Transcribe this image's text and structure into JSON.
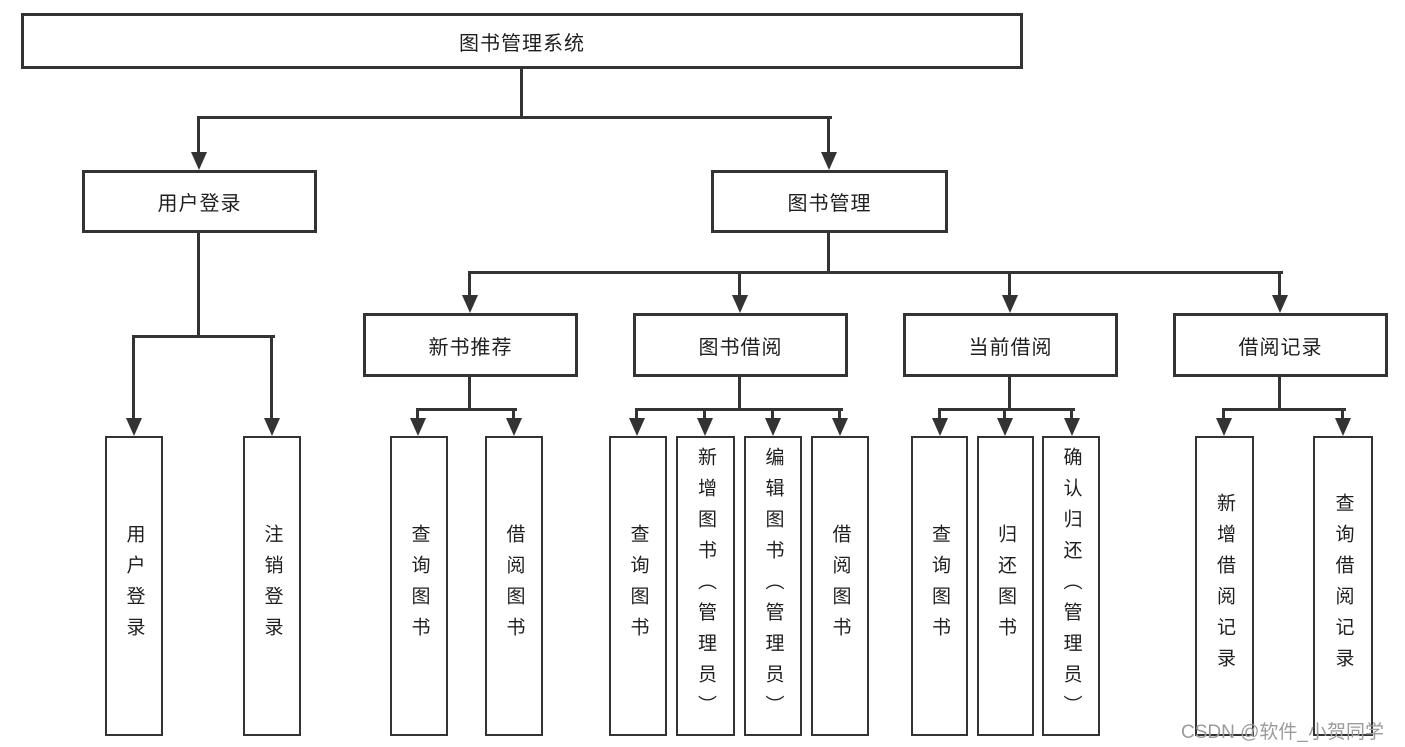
{
  "tree": {
    "label": "图书管理系统",
    "children": [
      {
        "label": "用户登录",
        "children": [
          {
            "label": "用户登录"
          },
          {
            "label": "注销登录"
          }
        ]
      },
      {
        "label": "图书管理",
        "children": [
          {
            "label": "新书推荐",
            "children": [
              {
                "label": "查询图书"
              },
              {
                "label": "借阅图书"
              }
            ]
          },
          {
            "label": "图书借阅",
            "children": [
              {
                "label": "查询图书"
              },
              {
                "label": "新增图书（管理员）"
              },
              {
                "label": "编辑图书（管理员）"
              },
              {
                "label": "借阅图书"
              }
            ]
          },
          {
            "label": "当前借阅",
            "children": [
              {
                "label": "查询图书"
              },
              {
                "label": "归还图书"
              },
              {
                "label": "确认归还（管理员）"
              }
            ]
          },
          {
            "label": "借阅记录",
            "children": [
              {
                "label": "新增借阅记录"
              },
              {
                "label": "查询借阅记录"
              }
            ]
          }
        ]
      }
    ]
  },
  "watermark": {
    "text": "CSDN @软件_小贺同学"
  },
  "colors": {
    "line": "#333333",
    "text": "#1f1f1f",
    "watermark": "#9b9b9b",
    "background": "#ffffff"
  }
}
